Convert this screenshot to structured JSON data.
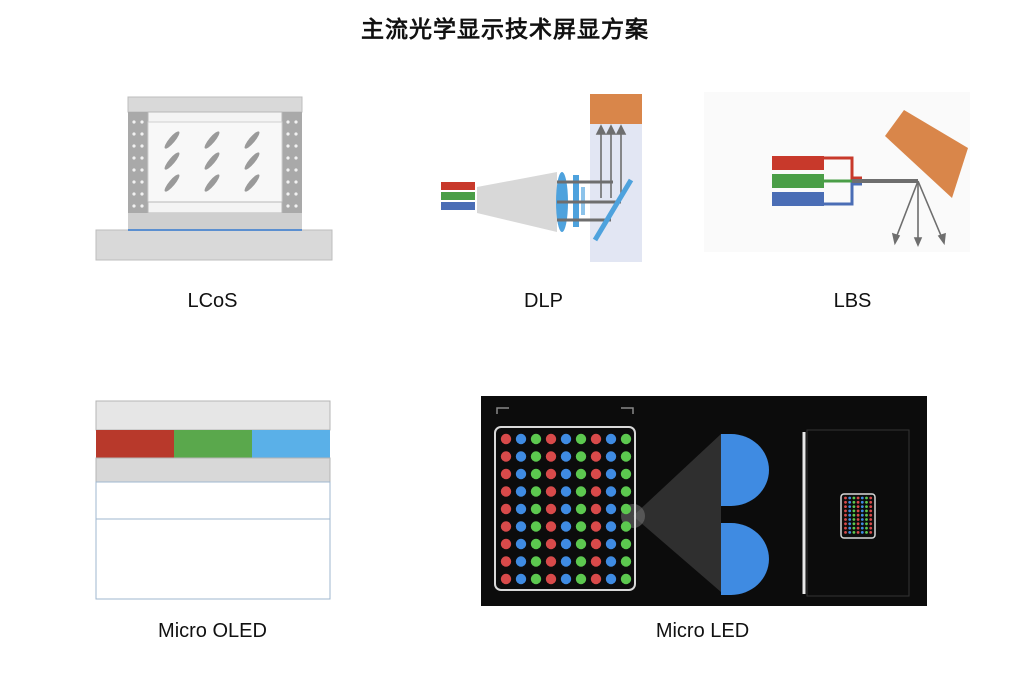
{
  "title": "主流光学显示技术屏显方案",
  "panels": [
    {
      "id": "lcos",
      "label": "LCoS"
    },
    {
      "id": "dlp",
      "label": "DLP"
    },
    {
      "id": "lbs",
      "label": "LBS"
    },
    {
      "id": "micro_oled",
      "label": "Micro OLED"
    },
    {
      "id": "micro_led",
      "label": "Micro LED"
    }
  ],
  "colors": {
    "red": "#c8392b",
    "green": "#4a9e47",
    "blue": "#4a6db5",
    "light_blue": "#5aa9e6",
    "orange": "#d9864a",
    "dark_bg": "#0c0c0c"
  }
}
